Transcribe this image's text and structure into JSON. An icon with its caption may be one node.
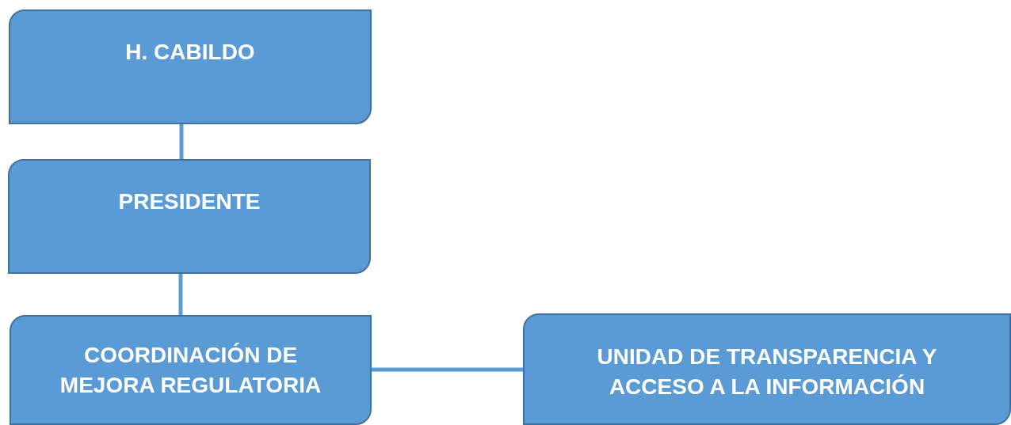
{
  "diagram": {
    "nodes": [
      {
        "text": [
          "H. CABILDO"
        ]
      },
      {
        "text": [
          "PRESIDENTE"
        ]
      },
      {
        "text": [
          "COORDINACIÓN DE MEJORA REGULATORIA"
        ]
      },
      {
        "text": [
          "UNIDAD DE TRANSPARENCIA Y ACCESO A LA INFORMACIÓN"
        ]
      }
    ],
    "edges": [
      {
        "from": 0,
        "to": 1,
        "arrow": "none"
      },
      {
        "from": 1,
        "to": 2,
        "arrow": "none"
      },
      {
        "from": 2,
        "to": 3,
        "arrow": "none"
      }
    ]
  }
}
